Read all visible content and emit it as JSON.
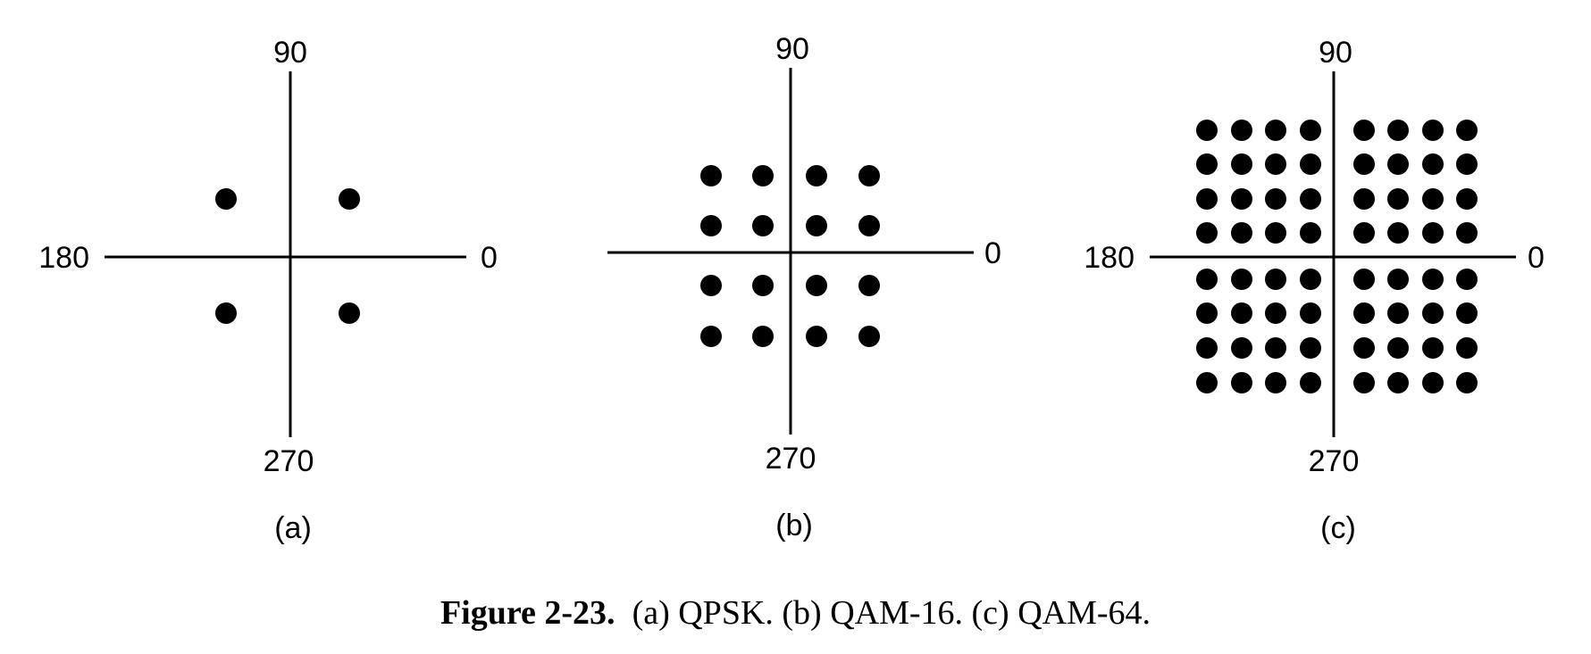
{
  "panels": [
    {
      "id": "a",
      "subcaption": "(a)",
      "labels": {
        "top": "90",
        "left": "180",
        "right": "0",
        "bottom": "270"
      },
      "grid": [
        2,
        2
      ]
    },
    {
      "id": "b",
      "subcaption": "(b)",
      "labels": {
        "top": "90",
        "left": "",
        "right": "0",
        "bottom": "270"
      },
      "grid": [
        4,
        4
      ]
    },
    {
      "id": "c",
      "subcaption": "(c)",
      "labels": {
        "top": "90",
        "left": "180",
        "right": "0",
        "bottom": "270"
      },
      "grid": [
        8,
        8
      ]
    }
  ],
  "caption": {
    "label": "Figure 2-23.",
    "text": "(a) QPSK. (b) QAM-16. (c) QAM-64."
  }
}
